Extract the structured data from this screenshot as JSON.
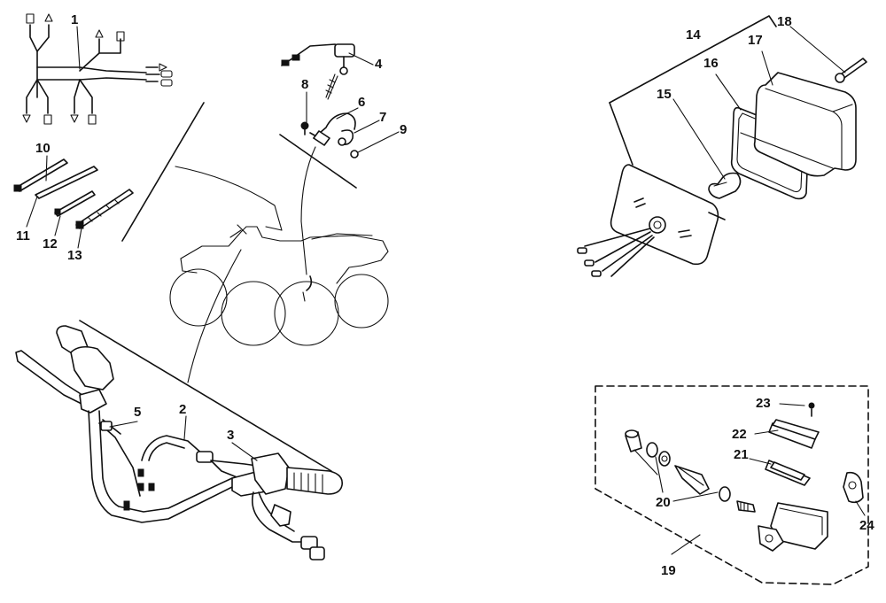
{
  "diagram": {
    "callouts": [
      {
        "id": "1",
        "label": "1"
      },
      {
        "id": "2",
        "label": "2"
      },
      {
        "id": "3",
        "label": "3"
      },
      {
        "id": "4",
        "label": "4"
      },
      {
        "id": "5",
        "label": "5"
      },
      {
        "id": "6",
        "label": "6"
      },
      {
        "id": "7",
        "label": "7"
      },
      {
        "id": "8",
        "label": "8"
      },
      {
        "id": "9",
        "label": "9"
      },
      {
        "id": "10",
        "label": "10"
      },
      {
        "id": "11",
        "label": "11"
      },
      {
        "id": "12",
        "label": "12"
      },
      {
        "id": "13",
        "label": "13"
      },
      {
        "id": "14",
        "label": "14"
      },
      {
        "id": "15",
        "label": "15"
      },
      {
        "id": "16",
        "label": "16"
      },
      {
        "id": "17",
        "label": "17"
      },
      {
        "id": "18",
        "label": "18"
      },
      {
        "id": "19",
        "label": "19"
      },
      {
        "id": "20",
        "label": "20"
      },
      {
        "id": "21",
        "label": "21"
      },
      {
        "id": "22",
        "label": "22"
      },
      {
        "id": "23",
        "label": "23"
      },
      {
        "id": "24",
        "label": "24"
      }
    ],
    "colors": {
      "ink": "#111111",
      "paper": "#ffffff"
    }
  }
}
